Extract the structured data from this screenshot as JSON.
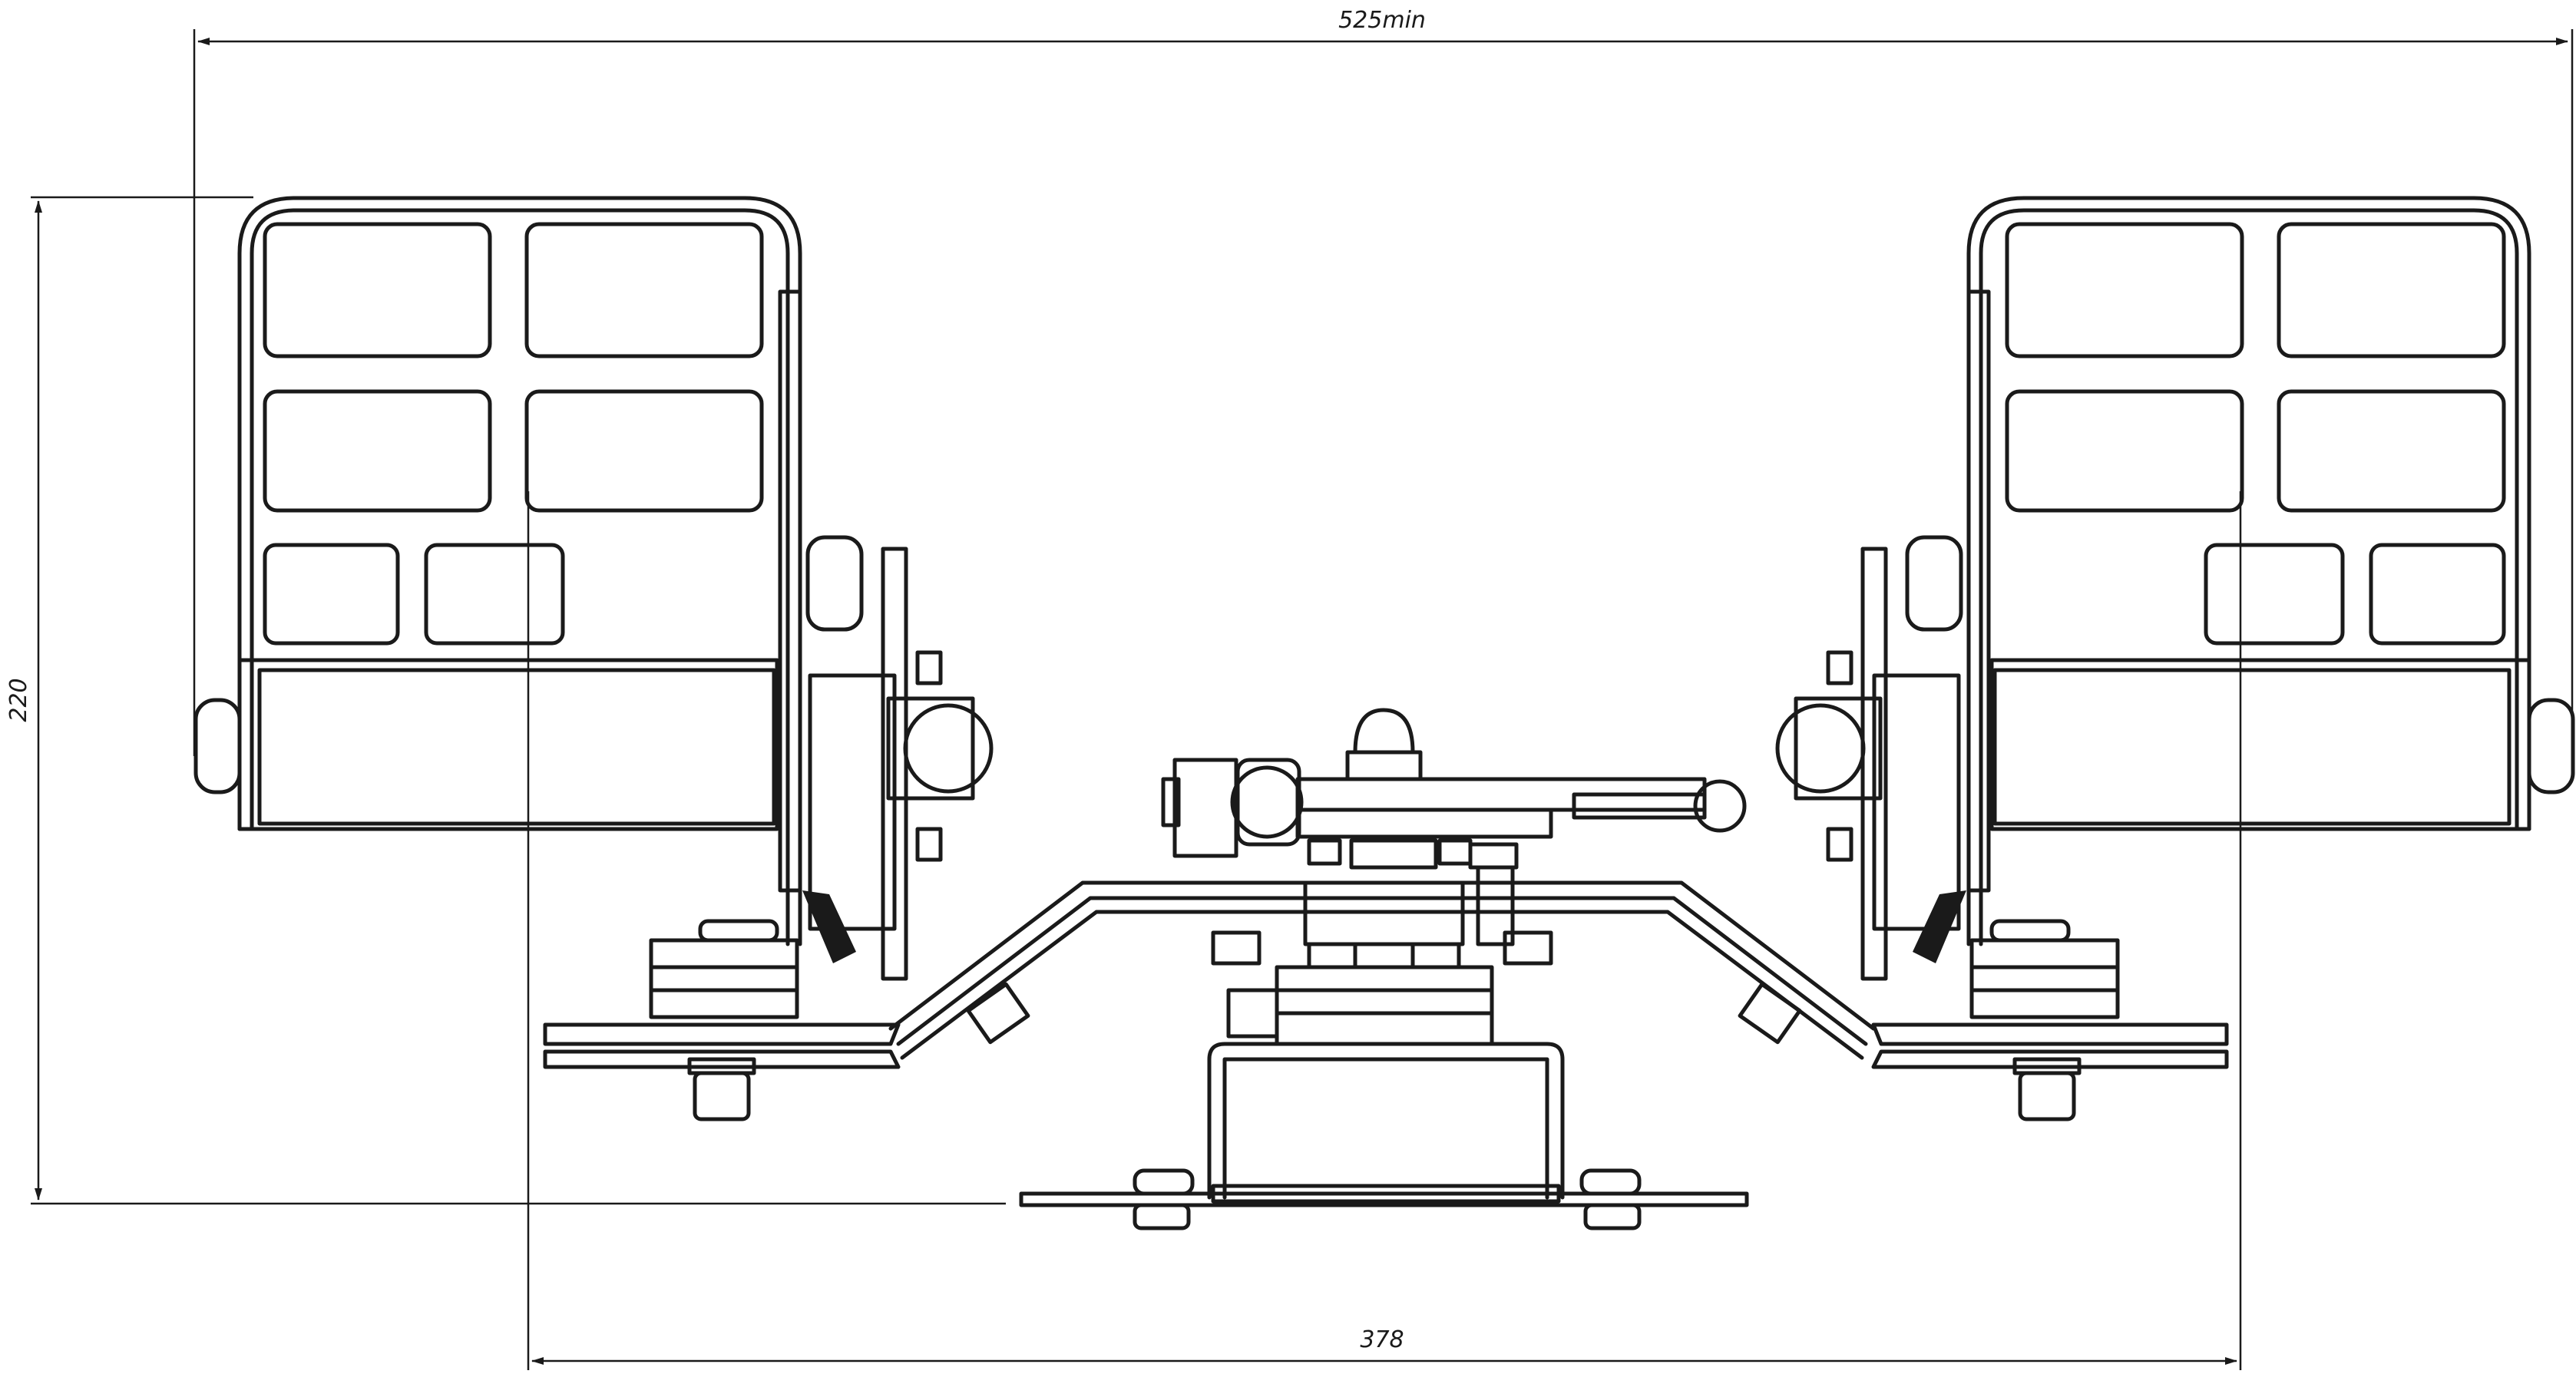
{
  "dimensions": {
    "overall_width": "525min",
    "overall_height": "220",
    "base_width": "378"
  }
}
